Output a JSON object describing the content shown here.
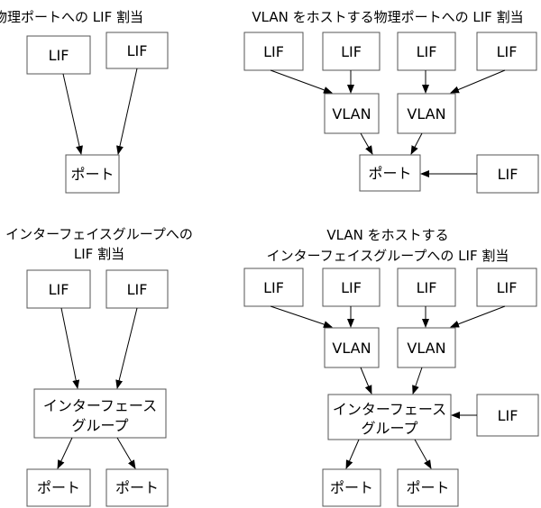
{
  "titles": {
    "physical_port": "物理ポートへの LIF 割当",
    "vlan_physical_port": "VLAN をホストする物理ポートへの LIF 割当",
    "ifgrp_line1": "インターフェイスグループへの",
    "ifgrp_line2": "LIF 割当",
    "vlan_ifgrp_line1": "VLAN をホストする",
    "vlan_ifgrp_line2": "インターフェイスグループへの LIF 割当"
  },
  "labels": {
    "lif": "LIF",
    "vlan": "VLAN",
    "port": "ポート",
    "ifgrp_line1": "インターフェース",
    "ifgrp_line2": "グループ"
  }
}
